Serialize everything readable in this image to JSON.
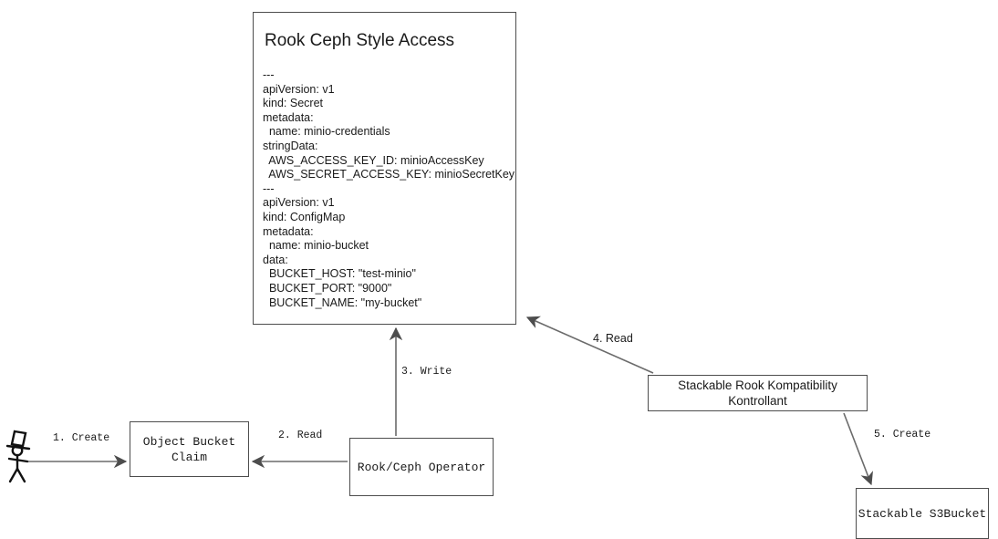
{
  "diagram": {
    "type": "flow-diagram",
    "title": "Rook Ceph Style Access flow",
    "nodes": {
      "actor": {
        "name": "actor-stick-figure",
        "label": ""
      },
      "object_bucket_claim": {
        "label": "Object Bucket\nClaim"
      },
      "rook_ceph_operator": {
        "label": "Rook/Ceph Operator"
      },
      "skkc": {
        "label": "Stackable Rook Kompatibility Kontrollant"
      },
      "s3bucket": {
        "label": "Stackable S3Bucket"
      },
      "yaml_note": {
        "title": "Rook Ceph Style Access",
        "body": "---\napiVersion: v1\nkind: Secret\nmetadata:\n  name: minio-credentials\nstringData:\n  AWS_ACCESS_KEY_ID: minioAccessKey\n  AWS_SECRET_ACCESS_KEY: minioSecretKey\n---\napiVersion: v1\nkind: ConfigMap\nmetadata:\n  name: minio-bucket\ndata:\n  BUCKET_HOST: \"test-minio\"\n  BUCKET_PORT: \"9000\"\n  BUCKET_NAME: \"my-bucket\""
      }
    },
    "edges": [
      {
        "id": "e1",
        "label": "1. Create",
        "from": "actor",
        "to": "object_bucket_claim"
      },
      {
        "id": "e2",
        "label": "2. Read",
        "from": "rook_ceph_operator",
        "to": "object_bucket_claim"
      },
      {
        "id": "e3",
        "label": "3. Write",
        "from": "rook_ceph_operator",
        "to": "yaml_note"
      },
      {
        "id": "e4",
        "label": "4. Read",
        "from": "skkc",
        "to": "yaml_note"
      },
      {
        "id": "e5",
        "label": "5. Create",
        "from": "skkc",
        "to": "s3bucket"
      }
    ],
    "colors": {
      "stroke": "#4d4d4d",
      "text": "#1a1a1a",
      "background": "#ffffff"
    }
  }
}
